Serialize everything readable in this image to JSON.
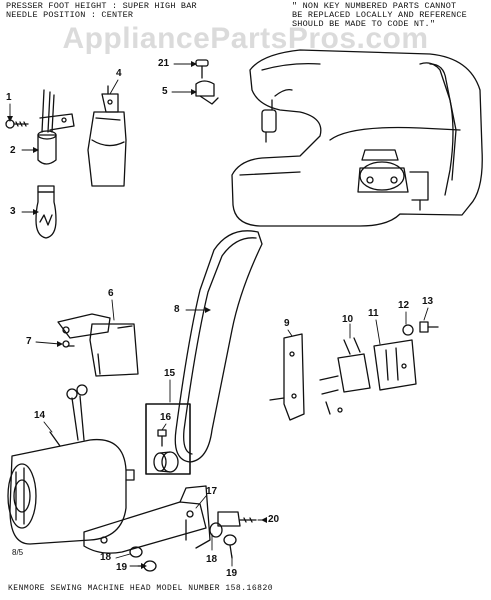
{
  "header": {
    "line1_left": "PRESSER FOOT HEIGHT : SUPER HIGH BAR",
    "line2_left": "NEEDLE POSITION : CENTER",
    "note_line1": "\" NON KEY NUMBERED PARTS CANNOT",
    "note_line2": "BE REPLACED LOCALLY AND REFERENCE",
    "note_line3": "SHOULD BE MADE TO CODE NT.\""
  },
  "watermark": "AppliancePartsPros.com",
  "callouts": [
    "1",
    "2",
    "3",
    "4",
    "5",
    "21",
    "6",
    "7",
    "8",
    "9",
    "10",
    "11",
    "12",
    "13",
    "14",
    "15",
    "16",
    "17",
    "18",
    "19",
    "20",
    "18",
    "19"
  ],
  "small_note": "8/5",
  "footer": "KENMORE SEWING MACHINE HEAD MODEL NUMBER 158.16820"
}
